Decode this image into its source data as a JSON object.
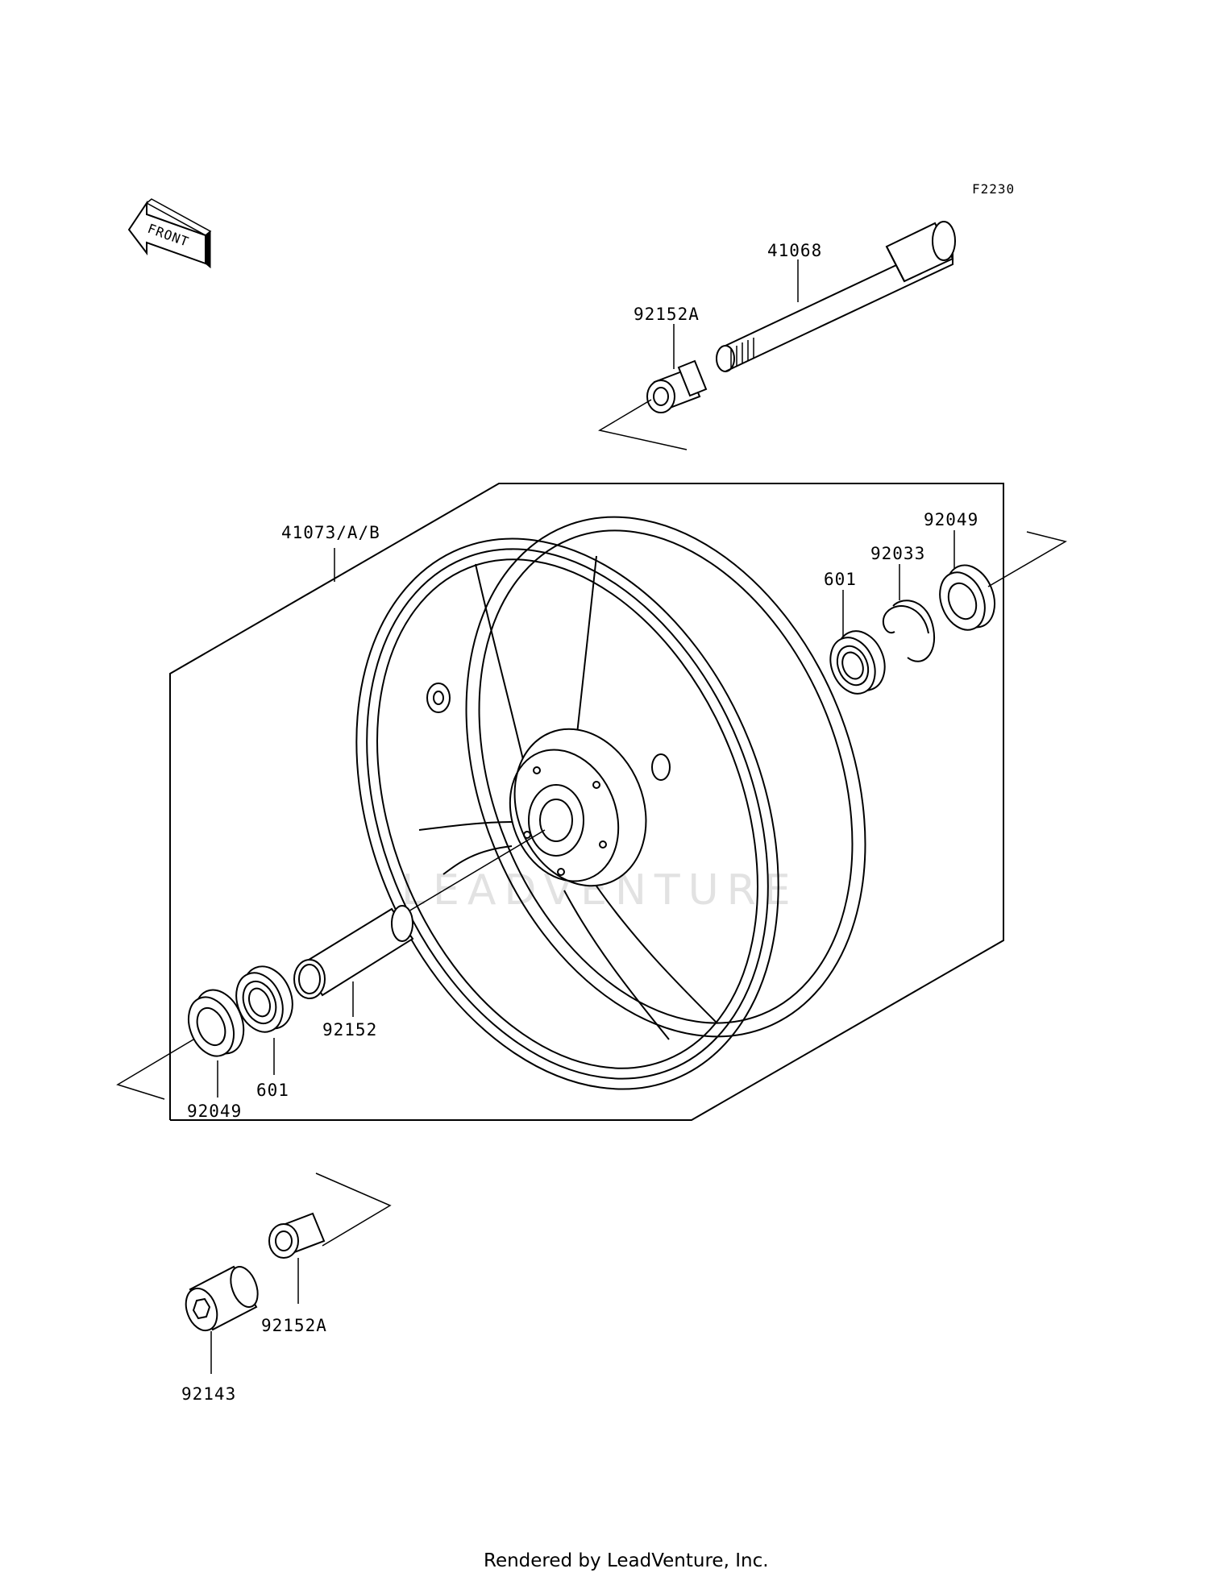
{
  "diagram_code": "F2230",
  "front_indicator": "FRONT",
  "watermark": "LEADVENTURE",
  "footer": "Rendered by LeadVenture, Inc.",
  "labels": {
    "axle": "41068",
    "collar_top": "92152A",
    "wheel": "41073/A/B",
    "seal_right": "92049",
    "circlip": "92033",
    "bearing_right": "601",
    "spacer": "92152",
    "bearing_left": "601",
    "seal_left": "92049",
    "collar_bottom": "92152A",
    "nut": "92143"
  }
}
